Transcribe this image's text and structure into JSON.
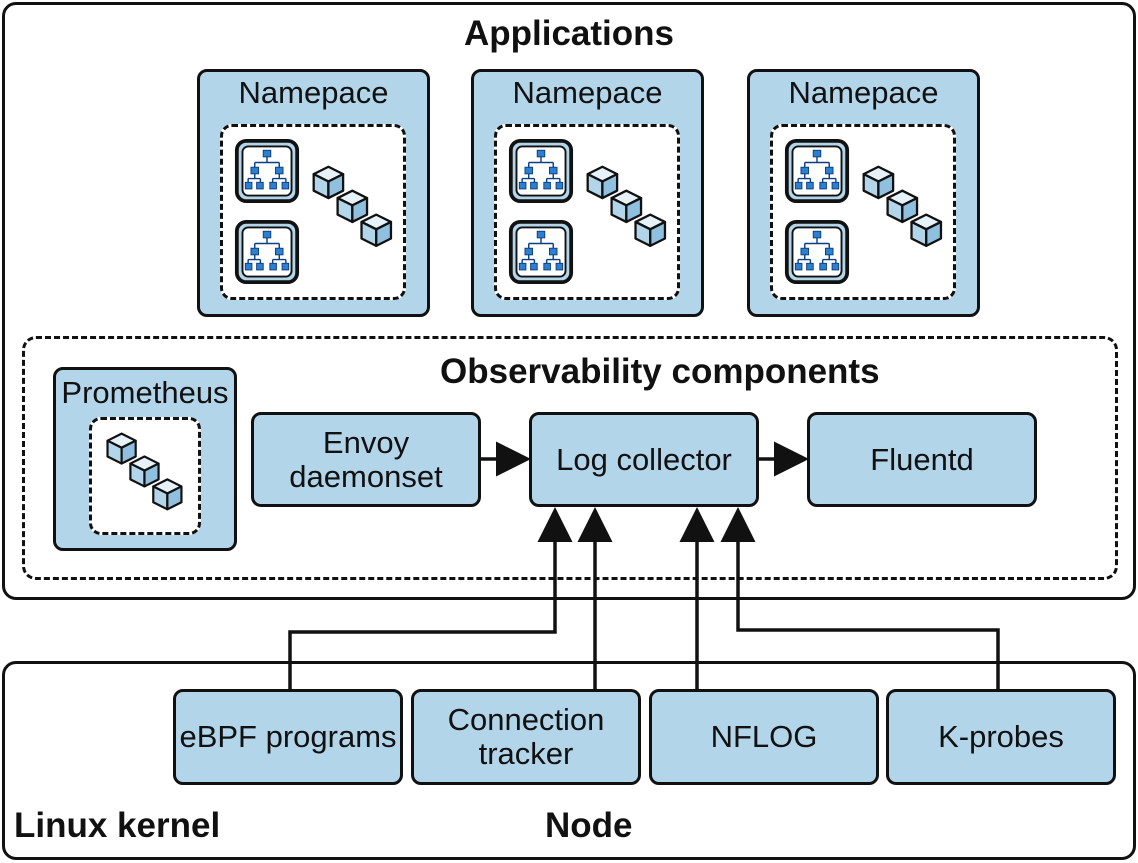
{
  "applications": {
    "title": "Applications",
    "namespaces": [
      {
        "label": "Namepace"
      },
      {
        "label": "Namepace"
      },
      {
        "label": "Namepace"
      }
    ]
  },
  "observability": {
    "title": "Observability components",
    "prometheus": "Prometheus",
    "envoy": "Envoy\ndaemonset",
    "log_collector": "Log collector",
    "fluentd": "Fluentd"
  },
  "node": {
    "title": "Node",
    "kernel_label": "Linux kernel",
    "sources": [
      "eBPF programs",
      "Connection\ntracker",
      "NFLOG",
      "K-probes"
    ]
  },
  "colors": {
    "box_fill": "#b3d5ea",
    "stroke": "#111111"
  },
  "icons": [
    "network-topology-icon",
    "container-cubes-icon"
  ]
}
